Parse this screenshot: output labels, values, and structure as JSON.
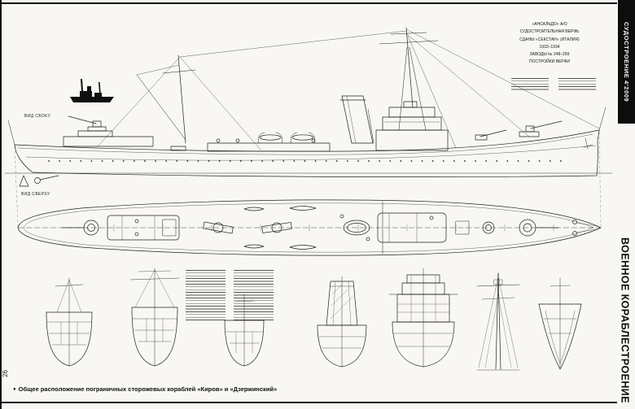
{
  "page": {
    "number": "26",
    "edge_header": "СУДОСТРОЕНИЕ 4'2009",
    "edge_section_title": "ВОЕННОЕ КОРАБЛЕСТРОЕНИЕ",
    "caption_bullet": "●",
    "caption": "Общее расположение пограничных сторожевых кораблей «Киров» и «Дзержинский»"
  },
  "drawing": {
    "side_view_label": "ВИД СБОКУ",
    "top_view_label": "ВИД СВЕРХУ",
    "title_block": {
      "line1": "«АНСАЛЬДО» А/О",
      "line2": "СУДОСТРОИТЕЛЬНАЯ ВЕРФЬ",
      "line3": "СДАНЫ «СЕКСТАН» (ИТАЛИЯ)",
      "line4": "1933–1934",
      "line5": "ЗАВОДЫ № 248–299",
      "line6": "ПОСТРОЙКИ ВЕРФИ"
    }
  },
  "colors": {
    "paper": "#f8f7f3",
    "ink": "#1c1c1c",
    "edge_bar": "#0d0d0d"
  }
}
